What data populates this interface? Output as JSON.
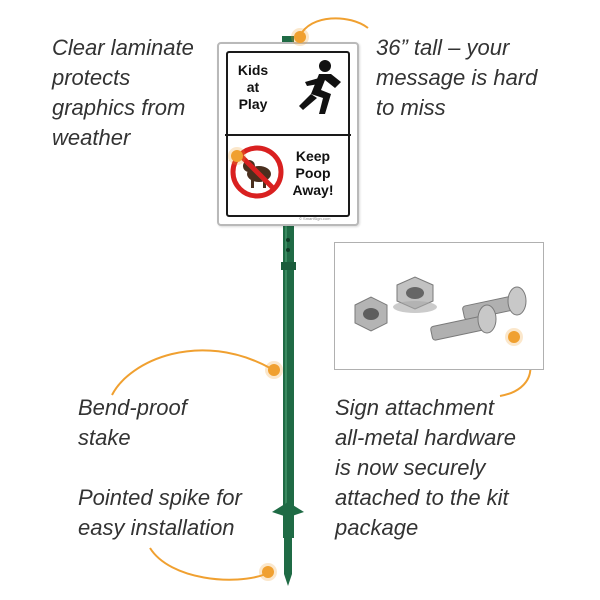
{
  "callouts": {
    "laminate": [
      "Clear laminate",
      "protects",
      "graphics from",
      "weather"
    ],
    "tall": [
      "36” tall – your",
      "message is hard",
      "to miss"
    ],
    "stake": [
      "Bend-proof",
      "stake"
    ],
    "spike": [
      "Pointed spike for",
      "easy installation"
    ],
    "hardware": [
      "Sign attachment",
      "all-metal hardware",
      "is now securely",
      "attached to the kit",
      "package"
    ]
  },
  "sign": {
    "top_text": [
      "Kids",
      "at",
      "Play"
    ],
    "bottom_text": [
      "Keep",
      "Poop",
      "Away!"
    ],
    "fineprint": "© SmartSign.com"
  },
  "colors": {
    "accent": "#f0a030",
    "stake": "#1f6b45",
    "prohibition": "#d92020"
  },
  "icons": {
    "running_kid": "running-kid-icon",
    "no_dog_poop": "no-dog-poop-icon"
  }
}
